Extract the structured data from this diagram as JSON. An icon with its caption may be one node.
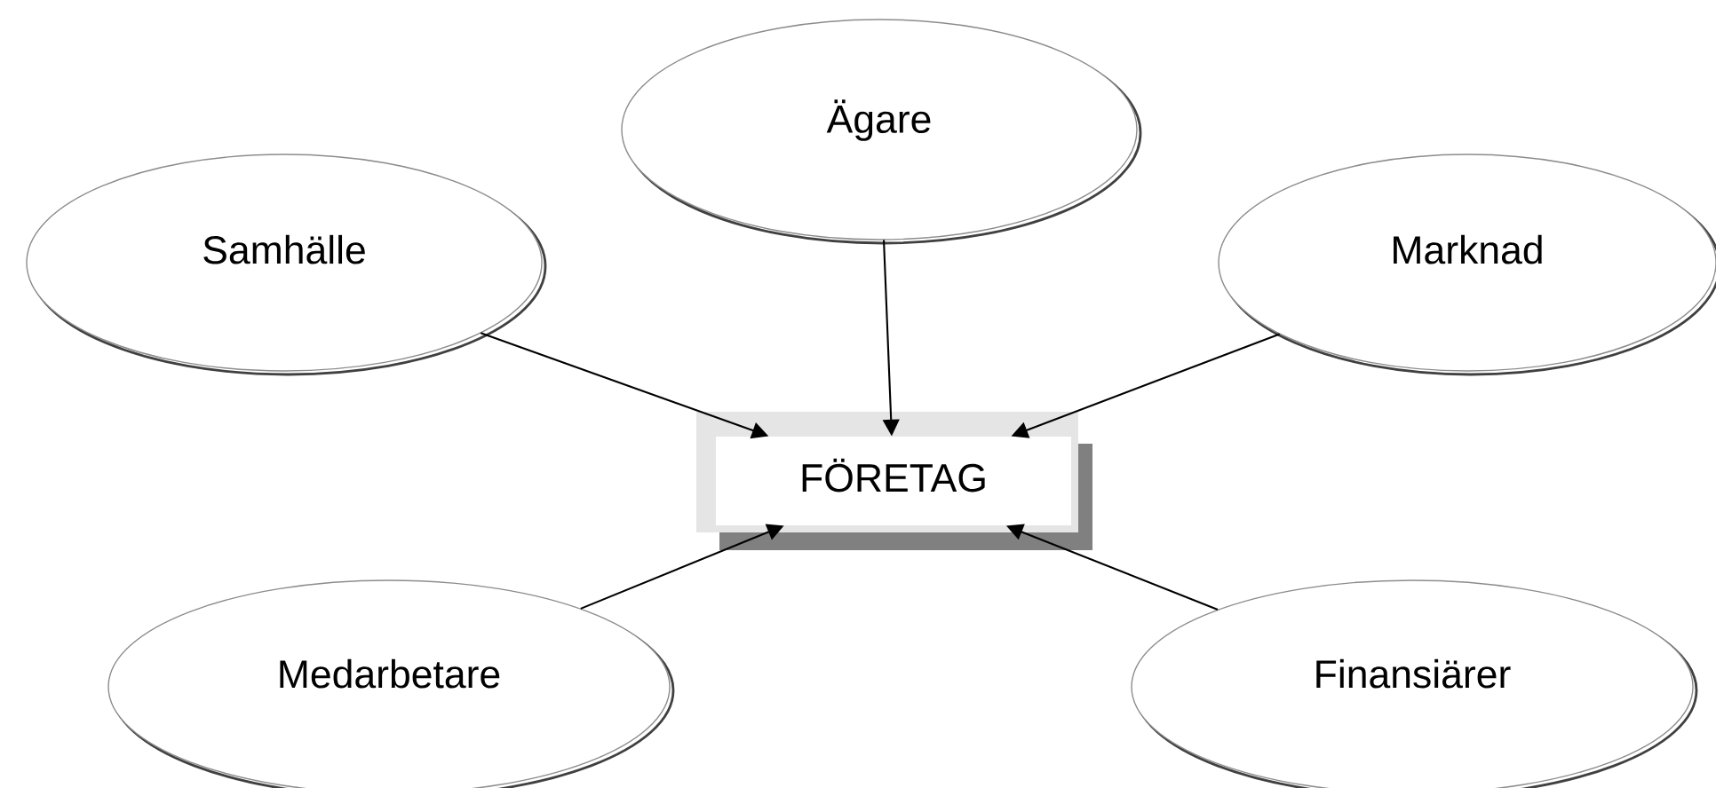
{
  "diagram": {
    "nodes": [
      {
        "text": [
          "Ägare"
        ]
      },
      {
        "text": [
          "Samhälle"
        ]
      },
      {
        "text": [
          "Marknad"
        ]
      },
      {
        "text": [
          "FÖRETAG"
        ]
      },
      {
        "text": [
          "Medarbetare"
        ]
      },
      {
        "text": [
          "Finansiärer"
        ]
      }
    ],
    "edges": [
      {
        "from": 1,
        "to": 3,
        "arrow": "to"
      },
      {
        "from": 0,
        "to": 3,
        "arrow": "to"
      },
      {
        "from": 2,
        "to": 3,
        "arrow": "to"
      },
      {
        "from": 4,
        "to": 3,
        "arrow": "to"
      },
      {
        "from": 5,
        "to": 3,
        "arrow": "to"
      }
    ]
  }
}
